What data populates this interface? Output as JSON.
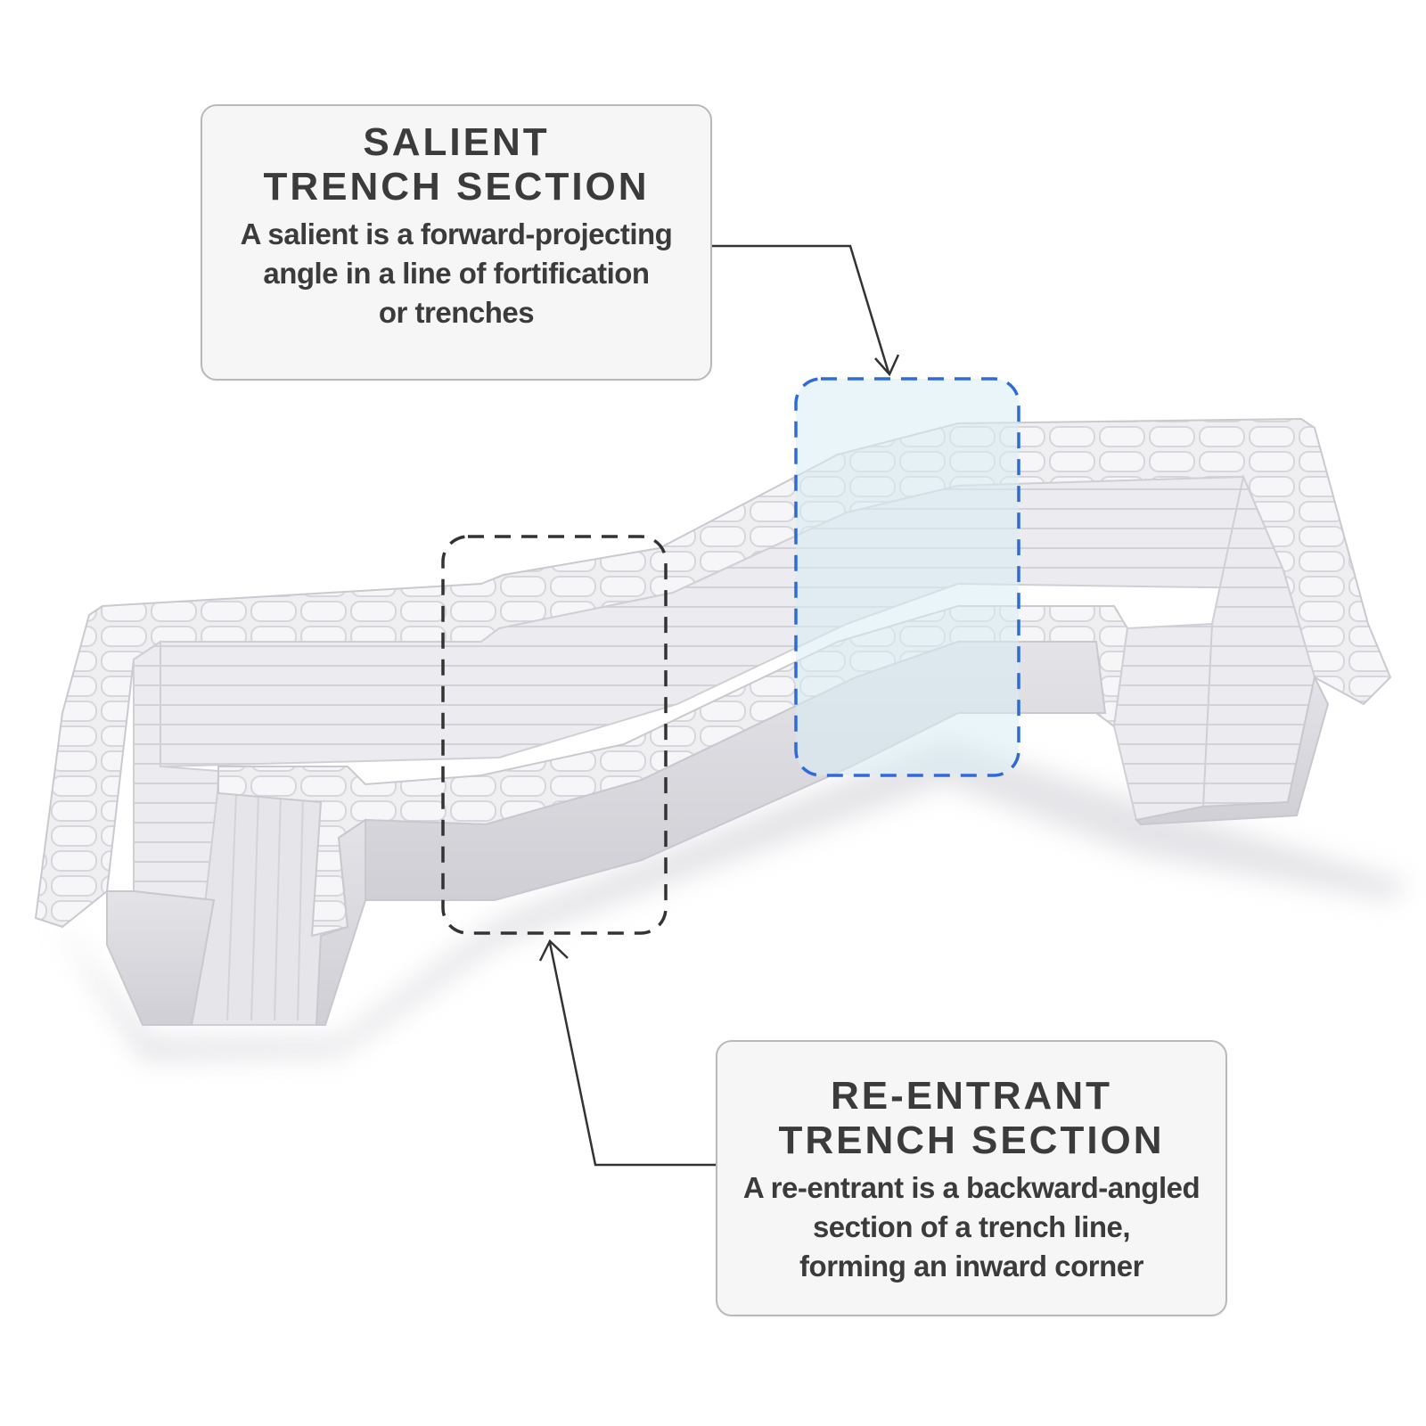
{
  "callouts": {
    "salient": {
      "heading_line1": "SALIENT",
      "heading_line2": "TRENCH SECTION",
      "body_line1": "A salient is a forward-projecting",
      "body_line2": "angle in a line of fortification",
      "body_line3": "or trenches"
    },
    "reentrant": {
      "heading_line1": "RE-ENTRANT",
      "heading_line2": "TRENCH SECTION",
      "body_line1": "A re-entrant is a backward-angled",
      "body_line2": "section of a trench line,",
      "body_line3": "forming an inward corner"
    }
  },
  "colors": {
    "salient_highlight": "#2f6bd8",
    "reentrant_highlight": "#333333",
    "callout_border": "#b9b9b9",
    "callout_fill": "#f6f6f6",
    "trench_model": "#e9e9ed"
  }
}
